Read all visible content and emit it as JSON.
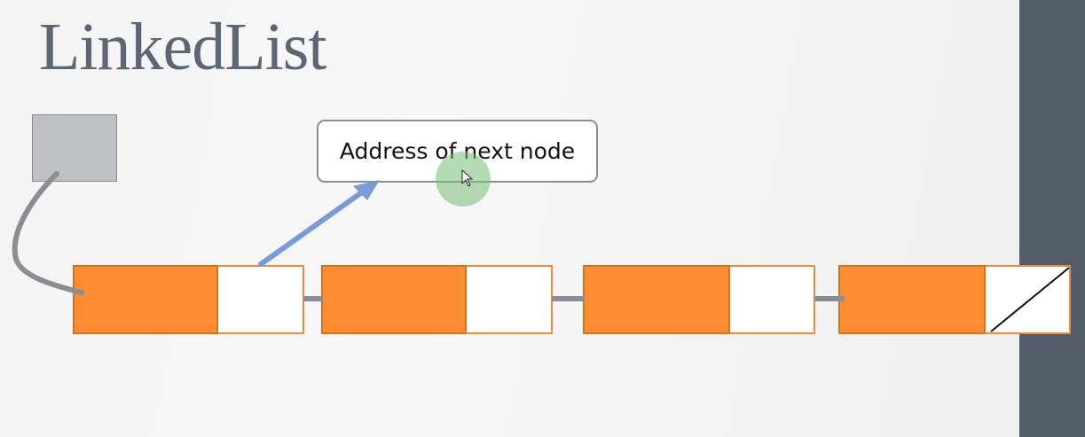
{
  "slide": {
    "title": "LinkedList"
  },
  "callout": {
    "text": "Address of next node"
  },
  "diagram": {
    "node_count": 4,
    "colors": {
      "data_part": "#fd8c32",
      "pointer_part": "#ffffff",
      "head_box": "#bfc0c4",
      "connector": "#8a8d93",
      "callout_arrow": "#7b9bd6",
      "side_bar": "#535c68"
    },
    "last_node_pointer": "null"
  }
}
